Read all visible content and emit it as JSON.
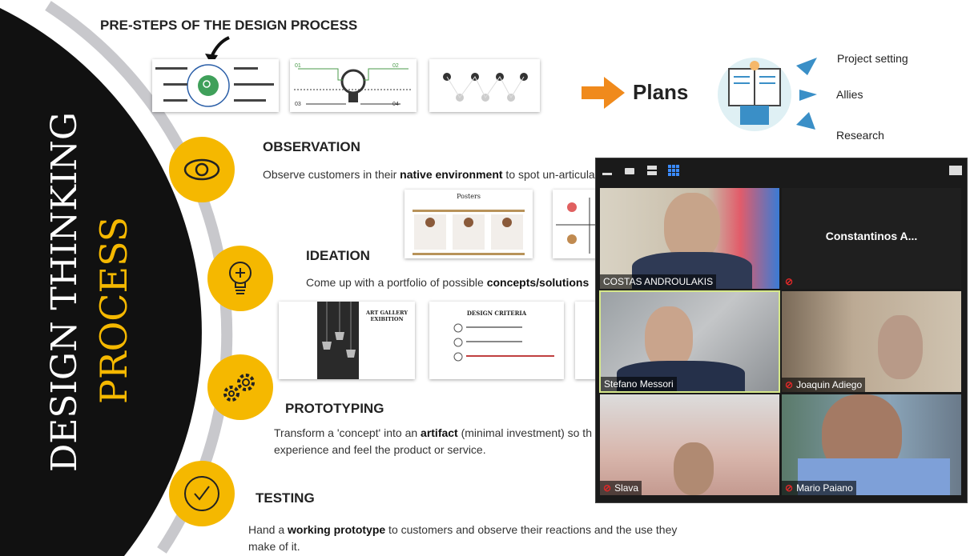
{
  "title": {
    "line1": "DESIGN THINKING",
    "line2": "PROCESS"
  },
  "presteps": {
    "heading": "PRE-STEPS OF THE DESIGN PROCESS"
  },
  "plans": {
    "label": "Plans",
    "items": [
      "Project setting",
      "Allies",
      "Research"
    ]
  },
  "steps": [
    {
      "title": "OBSERVATION",
      "text_pre": "Observe customers in their ",
      "bold": "native environment",
      "text_post": " to spot un-articula"
    },
    {
      "title": "IDEATION",
      "text_pre": "Come up with a portfolio of possible ",
      "bold": "concepts/solutions",
      "text_post": ""
    },
    {
      "title": "PROTOTYPING",
      "text_pre": "Transform a 'concept' into an ",
      "bold": "artifact",
      "text_post": " (minimal investment) so th",
      "text_line2": "experience and feel the product or service."
    },
    {
      "title": "TESTING",
      "text_pre": "Hand a ",
      "bold": "working prototype",
      "text_post": " to customers and observe their reactions and the use they",
      "text_line2": "make of it."
    }
  ],
  "thumbs": {
    "posters": "Posters",
    "gallery": "ART GALLERY EXIBITION",
    "criteria": "DESIGN CRITERIA"
  },
  "meeting": {
    "participants": [
      {
        "name": "COSTAS ANDROULAKIS",
        "muted": false,
        "video": true,
        "active": false
      },
      {
        "name": "Constantinos A...",
        "muted": true,
        "video": false,
        "active": false
      },
      {
        "name": "Stefano Messori",
        "muted": false,
        "video": true,
        "active": true
      },
      {
        "name": "Joaquin Adiego",
        "muted": true,
        "video": true,
        "active": false
      },
      {
        "name": "Slava",
        "muted": true,
        "video": true,
        "active": false
      },
      {
        "name": "Mario Paiano",
        "muted": true,
        "video": true,
        "active": false
      }
    ],
    "active_color": "#d6e88a"
  },
  "colors": {
    "accent": "#f5b800",
    "black": "#111111",
    "arc": "#c8c8cc",
    "plans_arrow": "#f08a1c"
  }
}
